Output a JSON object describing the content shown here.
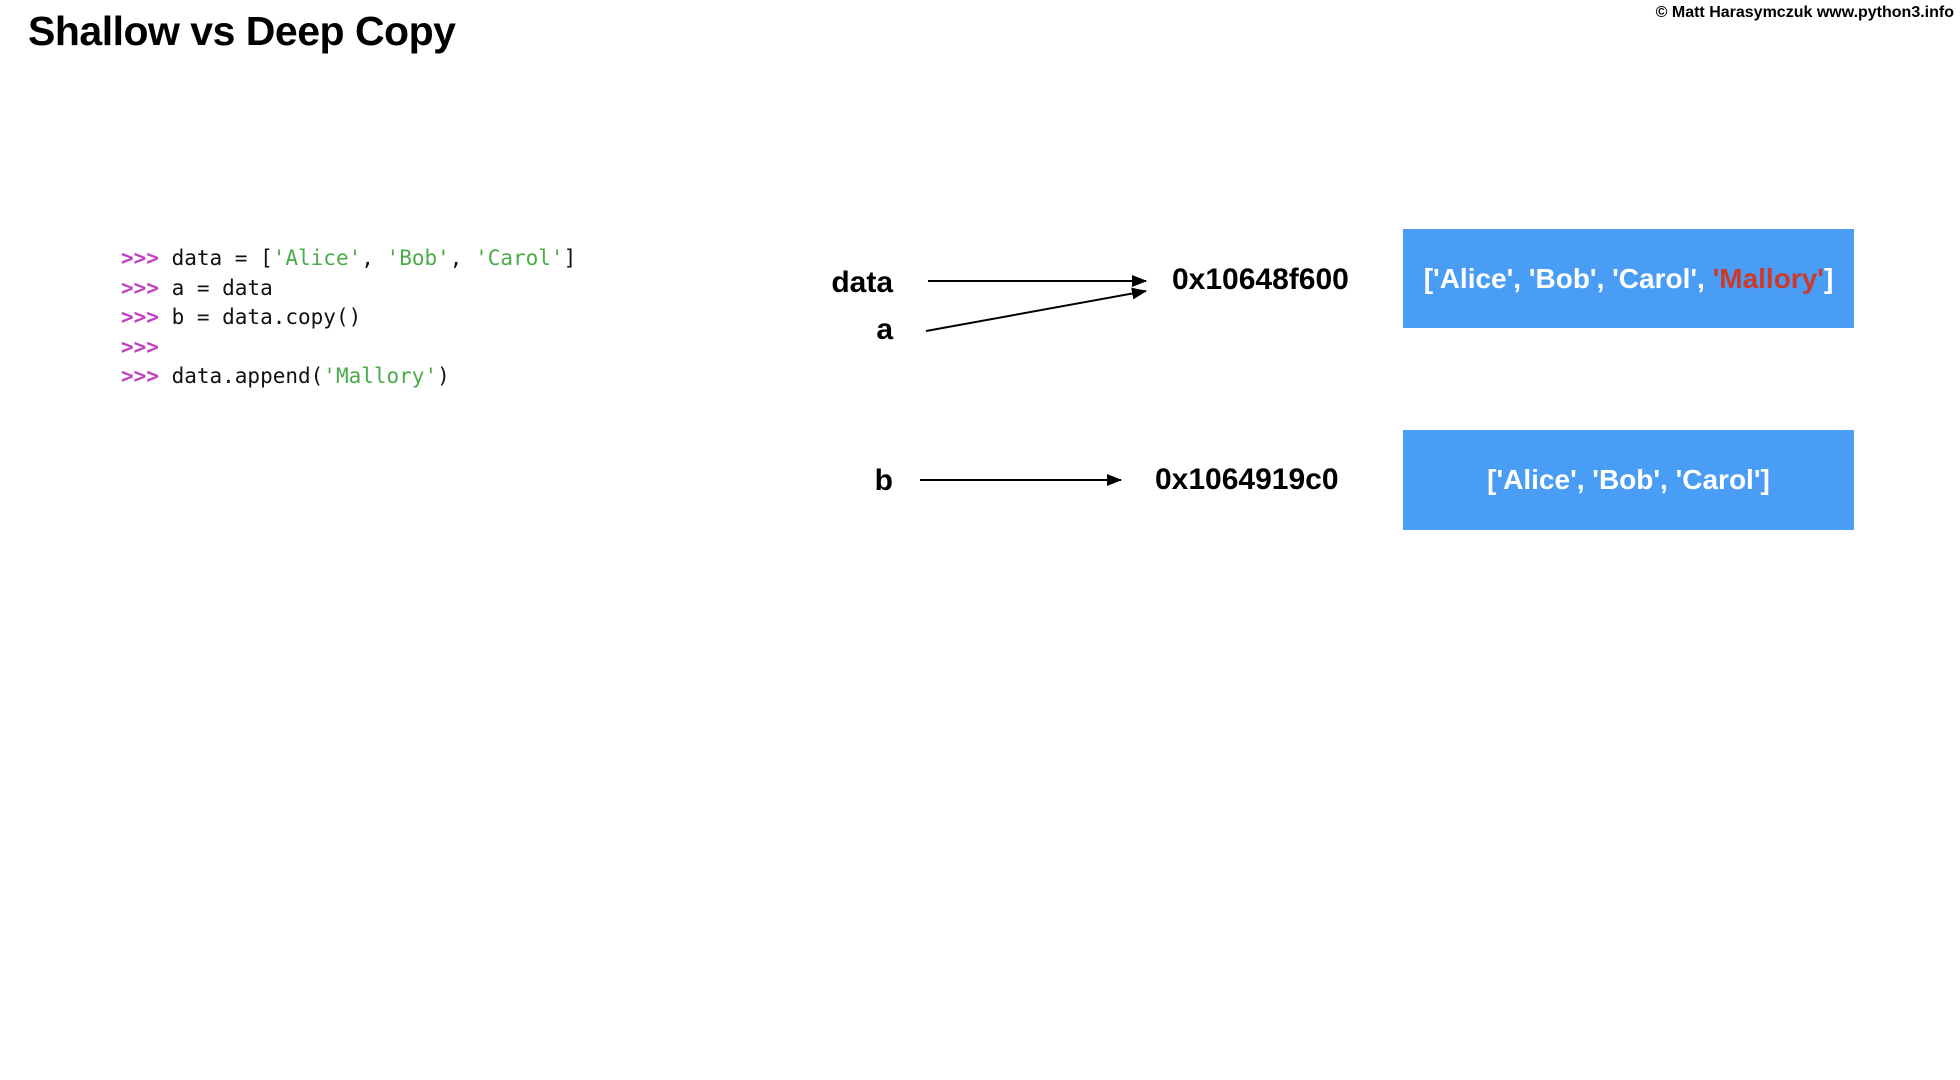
{
  "page": {
    "title": "Shallow vs Deep Copy",
    "copyright": "© Matt Harasymczuk www.python3.info"
  },
  "colors": {
    "prompt": "#C13FC1",
    "string": "#4AAB4A",
    "code-text": "#111111",
    "box-blue": "#4A9DF4",
    "highlight-red": "#CE3A2A",
    "box-text": "#ffffff",
    "arrow-black": "#000000"
  },
  "code": {
    "lines": [
      [
        {
          "c": "prompt",
          "t": ">>> "
        },
        {
          "c": "plain",
          "t": "data = ["
        },
        {
          "c": "string",
          "t": "'Alice'"
        },
        {
          "c": "plain",
          "t": ", "
        },
        {
          "c": "string",
          "t": "'Bob'"
        },
        {
          "c": "plain",
          "t": ", "
        },
        {
          "c": "string",
          "t": "'Carol'"
        },
        {
          "c": "plain",
          "t": "]"
        }
      ],
      [
        {
          "c": "prompt",
          "t": ">>> "
        },
        {
          "c": "plain",
          "t": "a = data"
        }
      ],
      [
        {
          "c": "prompt",
          "t": ">>> "
        },
        {
          "c": "plain",
          "t": "b = data.copy()"
        }
      ],
      [
        {
          "c": "prompt",
          "t": ">>>"
        }
      ],
      [
        {
          "c": "prompt",
          "t": ">>> "
        },
        {
          "c": "plain",
          "t": "data.append("
        },
        {
          "c": "string",
          "t": "'Mallory'"
        },
        {
          "c": "plain",
          "t": ")"
        }
      ]
    ]
  },
  "diagram": {
    "row1": {
      "var1": "data",
      "var2": "a",
      "address": "0x10648f600",
      "list_prefix": "['Alice', 'Bob', 'Carol', ",
      "list_highlight": "'Mallory'",
      "list_suffix": "]"
    },
    "row2": {
      "var1": "b",
      "address": "0x1064919c0",
      "list_text": "['Alice', 'Bob', 'Carol']"
    }
  }
}
